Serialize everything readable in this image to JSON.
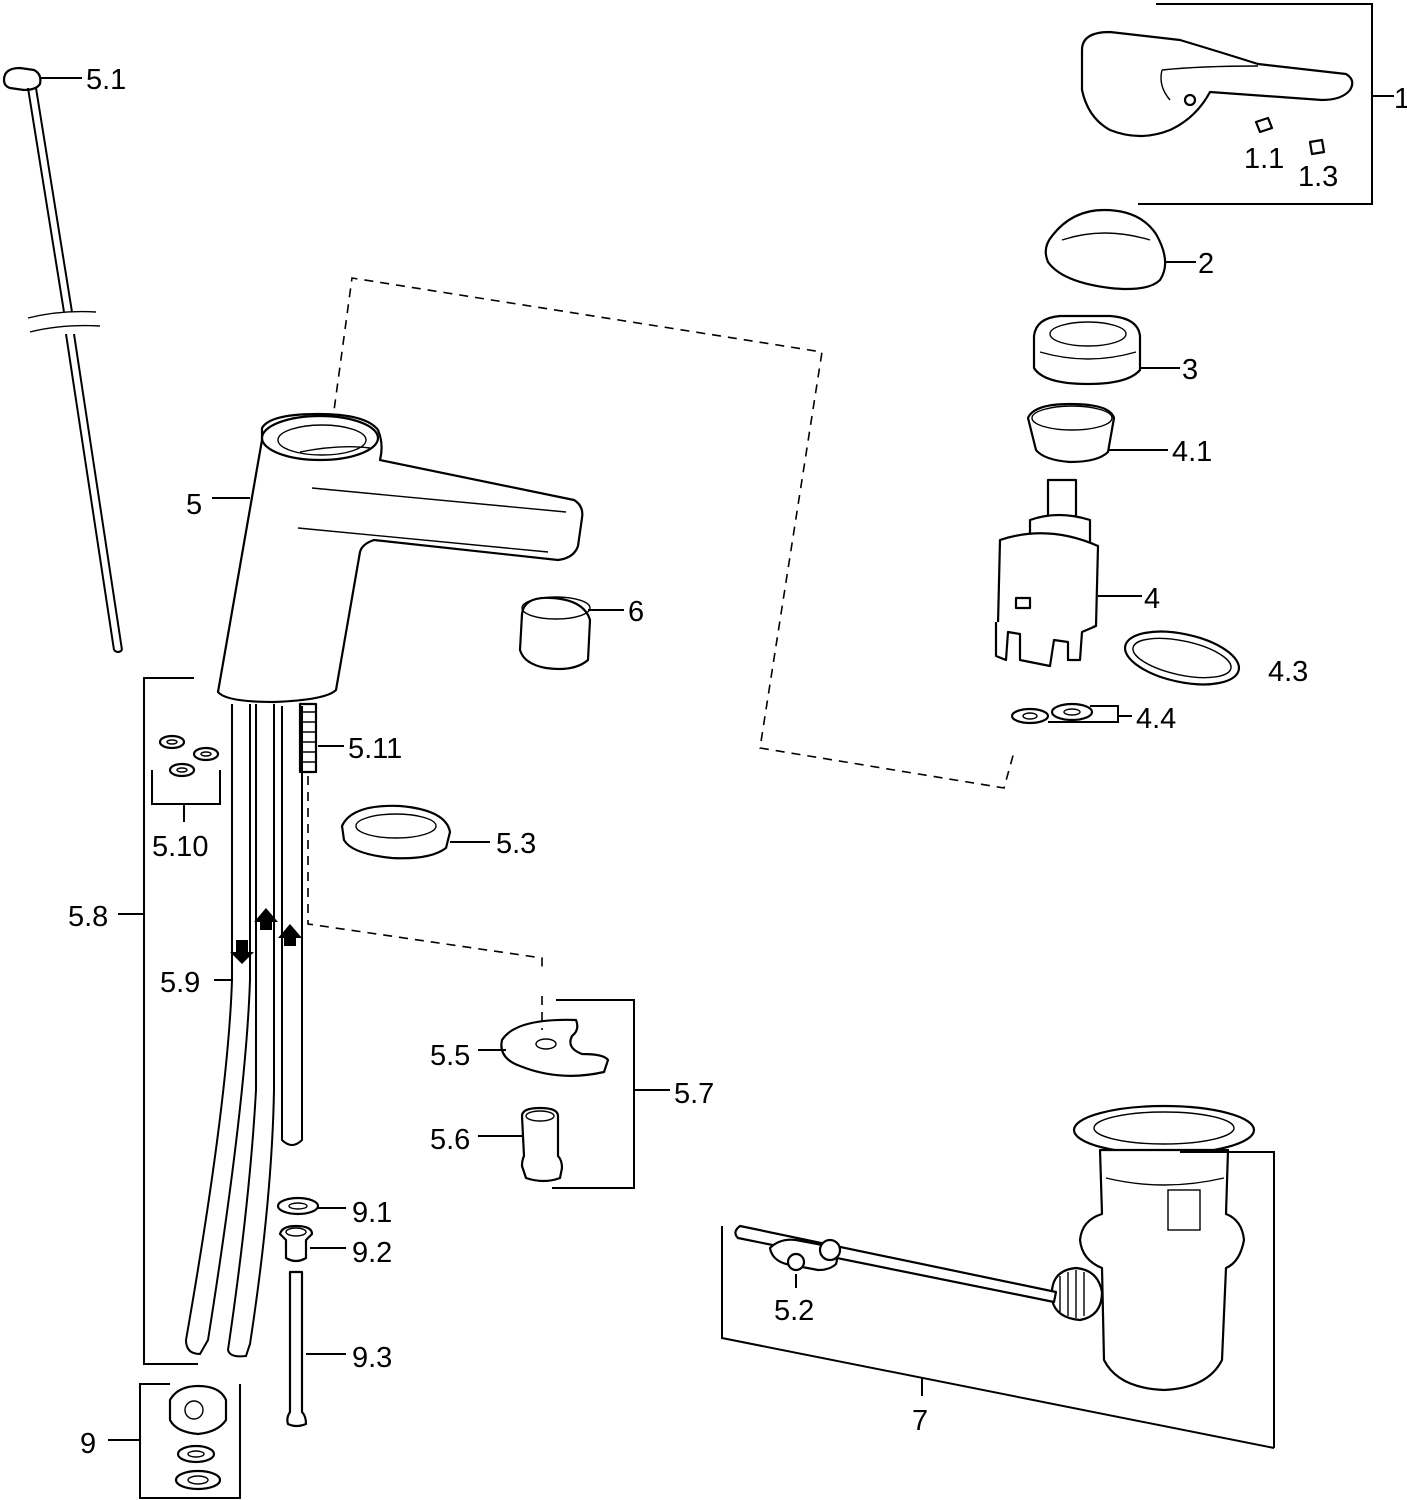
{
  "colors": {
    "ink": "#000000",
    "paper": "#ffffff"
  },
  "labels": {
    "p1": "1",
    "p1_1": "1.1",
    "p1_3": "1.3",
    "p2": "2",
    "p3": "3",
    "p4_1": "4.1",
    "p4": "4",
    "p4_3": "4.3",
    "p4_4": "4.4",
    "p5_1": "5.1",
    "p5": "5",
    "p6": "6",
    "p5_11": "5.11",
    "p5_10": "5.10",
    "p5_3": "5.3",
    "p5_8": "5.8",
    "p5_9": "5.9",
    "p5_5": "5.5",
    "p5_6": "5.6",
    "p5_7": "5.7",
    "p9_1": "9.1",
    "p9_2": "9.2",
    "p9_3": "9.3",
    "p9": "9",
    "p5_2": "5.2",
    "p7": "7"
  }
}
